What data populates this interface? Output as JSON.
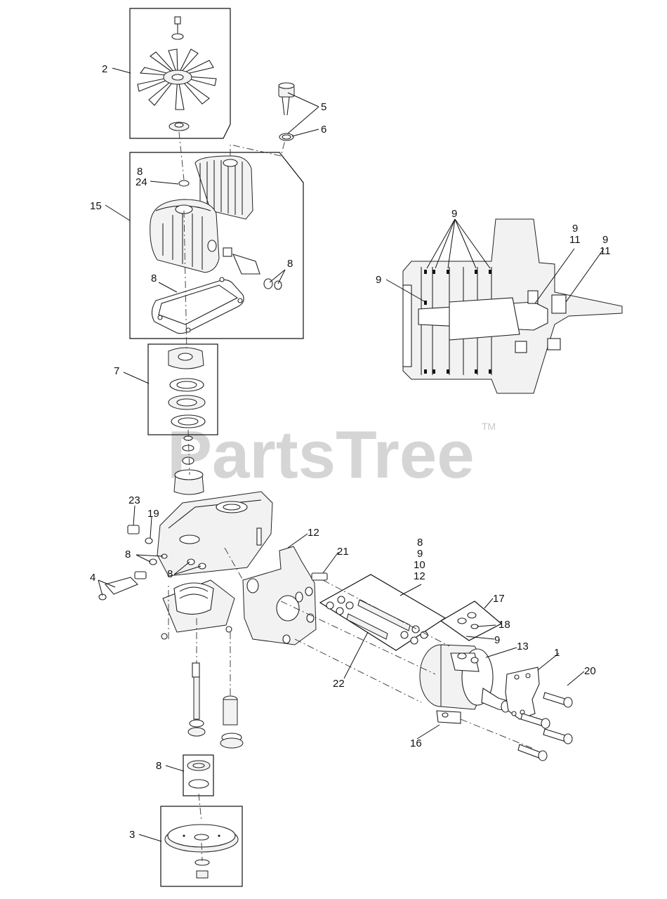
{
  "watermark": {
    "text": "PartsTree",
    "tm": "TM"
  },
  "callouts": [
    {
      "id": "c-2",
      "text": "2"
    },
    {
      "id": "c-5",
      "text": "5"
    },
    {
      "id": "c-6",
      "text": "6"
    },
    {
      "id": "c-8a",
      "text": "8"
    },
    {
      "id": "c-24",
      "text": "24"
    },
    {
      "id": "c-15",
      "text": "15"
    },
    {
      "id": "c-8b",
      "text": "8"
    },
    {
      "id": "c-8c",
      "text": "8"
    },
    {
      "id": "c-7",
      "text": "7"
    },
    {
      "id": "c-9a",
      "text": "9"
    },
    {
      "id": "c-9b",
      "text": "9"
    },
    {
      "id": "c-9c",
      "text": "9"
    },
    {
      "id": "c-11a",
      "text": "11"
    },
    {
      "id": "c-9d",
      "text": "9"
    },
    {
      "id": "c-11b",
      "text": "11"
    },
    {
      "id": "c-23",
      "text": "23"
    },
    {
      "id": "c-19",
      "text": "19"
    },
    {
      "id": "c-8d",
      "text": "8"
    },
    {
      "id": "c-8e",
      "text": "8"
    },
    {
      "id": "c-4",
      "text": "4"
    },
    {
      "id": "c-12a",
      "text": "12"
    },
    {
      "id": "c-21",
      "text": "21"
    },
    {
      "id": "c-8f",
      "text": "8"
    },
    {
      "id": "c-9e",
      "text": "9"
    },
    {
      "id": "c-10",
      "text": "10"
    },
    {
      "id": "c-12b",
      "text": "12"
    },
    {
      "id": "c-17",
      "text": "17"
    },
    {
      "id": "c-18",
      "text": "18"
    },
    {
      "id": "c-9f",
      "text": "9"
    },
    {
      "id": "c-13",
      "text": "13"
    },
    {
      "id": "c-1",
      "text": "1"
    },
    {
      "id": "c-20",
      "text": "20"
    },
    {
      "id": "c-22",
      "text": "22"
    },
    {
      "id": "c-16",
      "text": "16"
    },
    {
      "id": "c-8g",
      "text": "8"
    },
    {
      "id": "c-3",
      "text": "3"
    }
  ]
}
